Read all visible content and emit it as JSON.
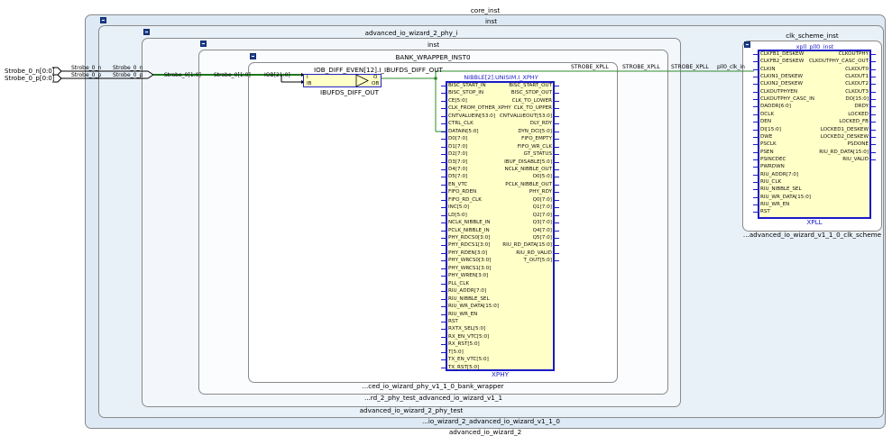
{
  "labels": {
    "core_inst": "core_inst",
    "inst_outer": "inst",
    "phy": "advanced_io_wizard_2_phy_i",
    "inst_inner": "inst",
    "bank_wrapper": "BANK_WRAPPER_INST0",
    "clk_scheme": "clk_scheme_inst",
    "bank_wrapper_foot": "...ced_io_wizard_phy_v1_1_0_bank_wrapper",
    "inst_inner_foot": "...rd_2_phy_test_advanced_io_wizard_v1_1",
    "phy_foot": "advanced_io_wizard_2_phy_test",
    "inst_outer_foot": "...io_wizard_2_advanced_io_wizard_v1_1_0",
    "core_foot": "advanced_io_wizard_2",
    "clk_scheme_foot": "...advanced_io_wizard_v1_1_0_clk_scheme"
  },
  "ports": {
    "strobe_n": "Strobe_0_n[0:0]",
    "strobe_p": "Strobe_0_p[0:0]"
  },
  "wires": {
    "strobe_n1": "Strobe_0_n",
    "strobe_p1": "Strobe_0_p",
    "strobe_n2": "Strobe_0_n",
    "strobe_p2": "Strobe_0_p",
    "strobe_bus1": "Strobe_0[1:0]",
    "strobe_bus2": "Strobe_0[1:0]",
    "iob": "IOB[21:0]",
    "strobe_xpll1": "STROBE_XPLL",
    "strobe_xpll2": "STROBE_XPLL",
    "strobe_xpll3": "STROBE_XPLL",
    "pll0_clk_in": "pll0_clk_in"
  },
  "ibufds": {
    "title": "IOB_DIFF_EVEN[12].I_IBUFDS_DIFF_OUT",
    "type": "IBUFDS_DIFF_OUT",
    "pins": [
      "I",
      "O",
      "IB",
      "OB"
    ]
  },
  "xphy": {
    "title": "NIBBLE[2].UNISIM.I_XPHY",
    "type": "XPHY",
    "left_pins": [
      "BISC_START_IN",
      "BISC_STOP_IN",
      "CE[5:0]",
      "CLK_FROM_OTHER_XPHY",
      "CNTVALUEIN[53:0]",
      "CTRL_CLK",
      "DATAIN[5:0]",
      "D0[7:0]",
      "D1[7:0]",
      "D2[7:0]",
      "D3[7:0]",
      "D4[7:0]",
      "D5[7:0]",
      "EN_VTC",
      "FIFO_RDEN",
      "FIFO_RD_CLK",
      "INC[5:0]",
      "LD[5:0]",
      "NCLK_NIBBLE_IN",
      "PCLK_NIBBLE_IN",
      "PHY_RDCS0[3:0]",
      "PHY_RDCS1[3:0]",
      "PHY_RDEN[3:0]",
      "PHY_WRCS0[3:0]",
      "PHY_WRCS1[3:0]",
      "PHY_WREN[3:0]",
      "PLL_CLK",
      "RIU_ADDR[7:0]",
      "RIU_NIBBLE_SEL",
      "RIU_WR_DATA[15:0]",
      "RIU_WR_EN",
      "RST",
      "RXTX_SEL[5:0]",
      "RX_EN_VTC[5:0]",
      "RX_RST[5:0]",
      "T[5:0]",
      "TX_EN_VTC[5:0]",
      "TX_RST[5:0]"
    ],
    "right_pins": [
      "BISC_START_OUT",
      "BISC_STOP_OUT",
      "CLK_TO_LOWER",
      "CLK_TO_UPPER",
      "CNTVALUEOUT[53:0]",
      "DLY_RDY",
      "DYN_DCI[5:0]",
      "FIFO_EMPTY",
      "FIFO_WR_CLK",
      "GT_STATUS",
      "IBUF_DISABLE[5:0]",
      "NCLK_NIBBLE_OUT",
      "O0[5:0]",
      "PCLK_NIBBLE_OUT",
      "PHY_RDY",
      "Q0[7:0]",
      "Q1[7:0]",
      "Q2[7:0]",
      "Q3[7:0]",
      "Q4[7:0]",
      "Q5[7:0]",
      "RIU_RD_DATA[15:0]",
      "RIU_RD_VALID",
      "T_OUT[5:0]"
    ]
  },
  "xpll": {
    "title": "xpll_pll0_inst",
    "type": "XPLL",
    "left_pins": [
      "CLKFB1_DESKEW",
      "CLKFB2_DESKEW",
      "CLKIN",
      "CLKIN1_DESKEW",
      "CLKIN2_DESKEW",
      "CLKOUTPHYEN",
      "CLKOUTPHY_CASC_IN",
      "DADDR[6:0]",
      "DCLK",
      "DEN",
      "DI[15:0]",
      "DWE",
      "PSCLK",
      "PSEN",
      "PSINCDEC",
      "PWRDWN",
      "RIU_ADDR[7:0]",
      "RIU_CLK",
      "RIU_NIBBLE_SEL",
      "RIU_WR_DATA[15:0]",
      "RIU_WR_EN",
      "RST"
    ],
    "right_pins": [
      "CLKOUTPHY",
      "CLKOUTPHY_CASC_OUT",
      "CLKOUT0",
      "CLKOUT1",
      "CLKOUT2",
      "CLKOUT3",
      "DO[15:0]",
      "DRDY",
      "LOCKED",
      "LOCKED_FB",
      "LOCKED1_DESKEW",
      "LOCKED2_DESKEW",
      "PSDONE",
      "RIU_RD_DATA[15:0]",
      "RIU_VALID"
    ]
  },
  "colors": {
    "wire": "#000000",
    "net_green": "#2e8b2e",
    "pin_blue": "#1a1ac8",
    "prim_fill": "#ffffc8"
  }
}
